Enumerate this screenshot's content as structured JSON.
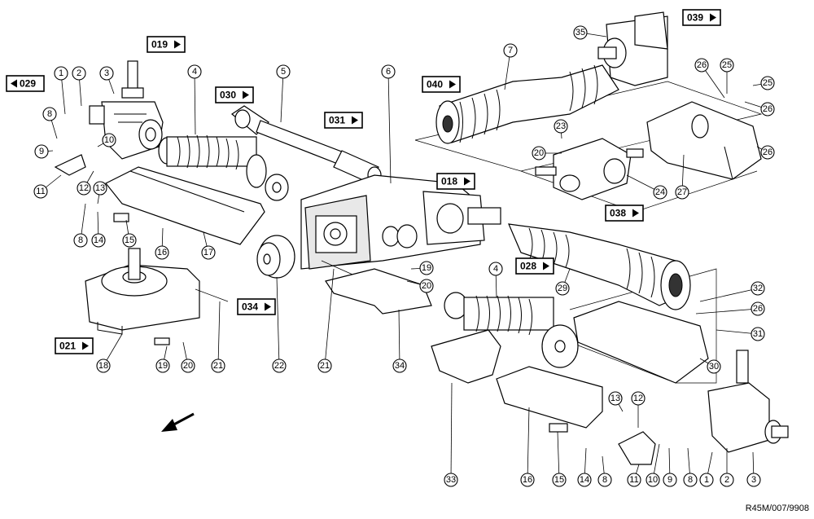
{
  "drawing_code": "R45M/007/9908",
  "references": [
    {
      "id": "r019",
      "label": "019",
      "dir": "right"
    },
    {
      "id": "r029",
      "label": "029",
      "dir": "left"
    },
    {
      "id": "r030",
      "label": "030",
      "dir": "right"
    },
    {
      "id": "r031",
      "label": "031",
      "dir": "right"
    },
    {
      "id": "r040",
      "label": "040",
      "dir": "right"
    },
    {
      "id": "r039",
      "label": "039",
      "dir": "right"
    },
    {
      "id": "r018",
      "label": "018",
      "dir": "right"
    },
    {
      "id": "r038",
      "label": "038",
      "dir": "right"
    },
    {
      "id": "r028",
      "label": "028",
      "dir": "right"
    },
    {
      "id": "r034",
      "label": "034",
      "dir": "right"
    },
    {
      "id": "r021",
      "label": "021",
      "dir": "right"
    }
  ],
  "callouts": [
    {
      "n": "1"
    },
    {
      "n": "2"
    },
    {
      "n": "3"
    },
    {
      "n": "4"
    },
    {
      "n": "5"
    },
    {
      "n": "6"
    },
    {
      "n": "7"
    },
    {
      "n": "8"
    },
    {
      "n": "9"
    },
    {
      "n": "10"
    },
    {
      "n": "11"
    },
    {
      "n": "12"
    },
    {
      "n": "13"
    },
    {
      "n": "8"
    },
    {
      "n": "14"
    },
    {
      "n": "15"
    },
    {
      "n": "16"
    },
    {
      "n": "17"
    },
    {
      "n": "35"
    },
    {
      "n": "26"
    },
    {
      "n": "25"
    },
    {
      "n": "25"
    },
    {
      "n": "26"
    },
    {
      "n": "23"
    },
    {
      "n": "20"
    },
    {
      "n": "26"
    },
    {
      "n": "24"
    },
    {
      "n": "27"
    },
    {
      "n": "19"
    },
    {
      "n": "20"
    },
    {
      "n": "29"
    },
    {
      "n": "4"
    },
    {
      "n": "32"
    },
    {
      "n": "26"
    },
    {
      "n": "31"
    },
    {
      "n": "30"
    },
    {
      "n": "18"
    },
    {
      "n": "19"
    },
    {
      "n": "20"
    },
    {
      "n": "21"
    },
    {
      "n": "22"
    },
    {
      "n": "21"
    },
    {
      "n": "34"
    },
    {
      "n": "13"
    },
    {
      "n": "12"
    },
    {
      "n": "33"
    },
    {
      "n": "16"
    },
    {
      "n": "15"
    },
    {
      "n": "14"
    },
    {
      "n": "8"
    },
    {
      "n": "11"
    },
    {
      "n": "10"
    },
    {
      "n": "9"
    },
    {
      "n": "8"
    },
    {
      "n": "1"
    },
    {
      "n": "2"
    },
    {
      "n": "3"
    }
  ]
}
